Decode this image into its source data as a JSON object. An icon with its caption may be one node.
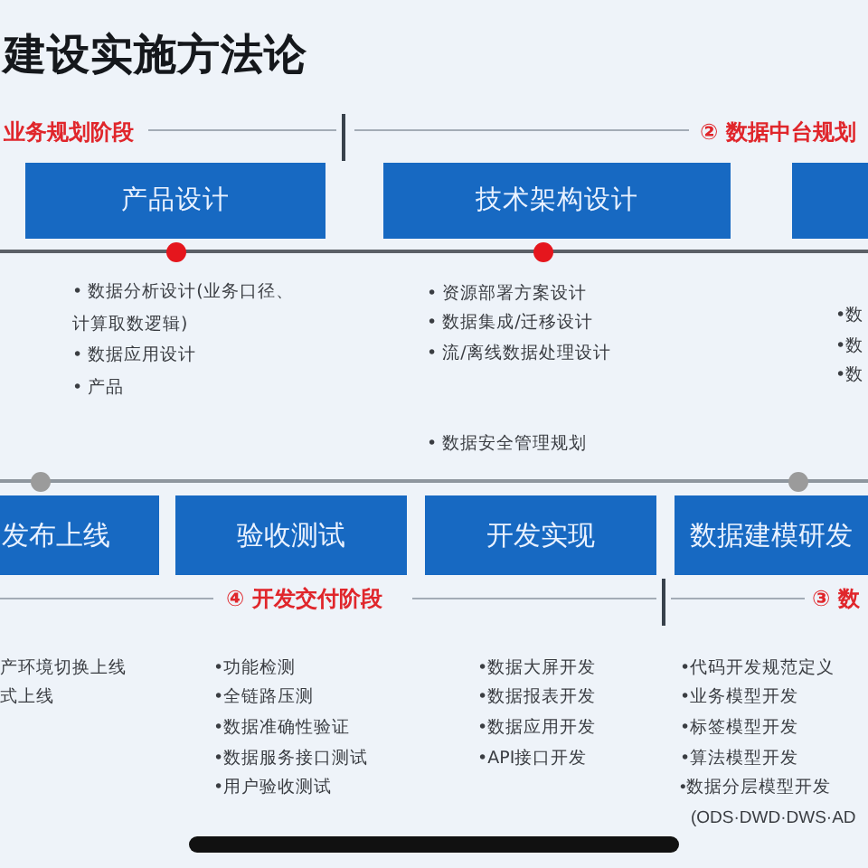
{
  "diagram": {
    "title": "建设实施方法论",
    "nodes": [
      {
        "text": [
          "产品设计"
        ]
      },
      {
        "text": [
          "技术架构设计"
        ]
      },
      {
        "text": [],
        "shape": "box"
      },
      {
        "text": [
          "发布上线"
        ]
      },
      {
        "text": [
          "验收测试"
        ]
      },
      {
        "text": [
          "开发实现"
        ]
      },
      {
        "text": [
          "数据建模研发"
        ]
      }
    ],
    "labels": [
      "业务规划阶段",
      "② 数据中台规划",
      "• 数据分析设计(业务口径、计算取数逻辑)",
      "• 数据应用设计",
      "• 产品",
      "• 资源部署方案设计",
      "• 数据集成/迁移设计",
      "• 流/离线数据处理设计",
      "• 数据安全管理规划",
      "•数",
      "•数",
      "•数",
      "④ 开发交付阶段",
      "③ 数",
      "产环境切换上线",
      "式上线",
      "•功能检测",
      "•全链路压测",
      "•数据准确性验证",
      "•数据服务接口测试",
      "•用户验收测试",
      "•数据大屏开发",
      "•数据报表开发",
      "•数据应用开发",
      "•API接口开发",
      "•代码开发规范定义",
      "•业务模型开发",
      "•标签模型开发",
      "•算法模型开发",
      "•数据分层模型开发 (ODS·DWD·DWS·AD"
    ]
  }
}
